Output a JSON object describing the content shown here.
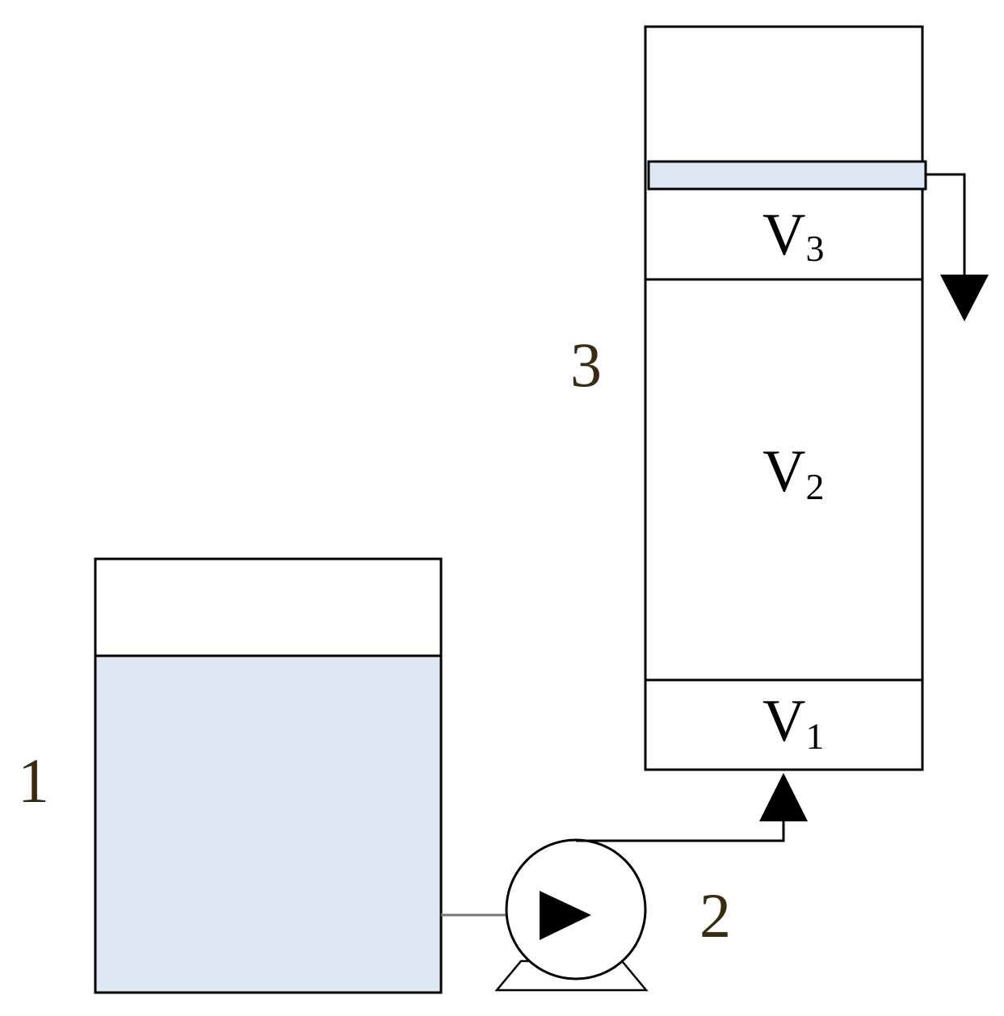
{
  "labels": {
    "tank": "1",
    "pump": "2",
    "column": "3"
  },
  "volumes": {
    "v1": {
      "main": "V",
      "sub": "1"
    },
    "v2": {
      "main": "V",
      "sub": "2"
    },
    "v3": {
      "main": "V",
      "sub": "3"
    }
  },
  "colors": {
    "liquid": "#dde8f4",
    "stroke": "#000000",
    "pipe": "#777777",
    "label": "#3a2a10"
  }
}
